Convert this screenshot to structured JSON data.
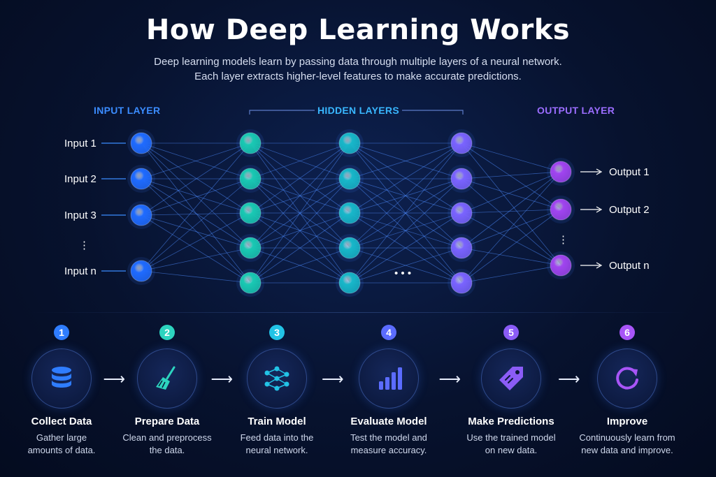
{
  "header": {
    "title": "How Deep Learning Works",
    "subtitle_line1": "Deep learning models learn by passing data through multiple layers of a neural network.",
    "subtitle_line2": "Each layer extracts higher-level features to make accurate predictions."
  },
  "layers": {
    "input_label": "INPUT LAYER",
    "hidden_label": "HIDDEN LAYERS",
    "output_label": "OUTPUT LAYER",
    "inputs": [
      "Input 1",
      "Input 2",
      "Input 3",
      "Input n"
    ],
    "outputs": [
      "Output 1",
      "Output 2",
      "Output n"
    ],
    "vertical_ellipsis": "⋮",
    "horizontal_ellipsis": "• • •"
  },
  "colors": {
    "input": "#1f6bff",
    "hidden": "#19c9b3",
    "hidden_alt": "#17b7c9",
    "hidden_last": "#7a63ff",
    "output": "#a144f0",
    "edge": "#4f8dff"
  },
  "steps": [
    {
      "number": "1",
      "title": "Collect Data",
      "desc1": "Gather large",
      "desc2": "amounts of data.",
      "icon": "database-icon",
      "color": "#2f7dff"
    },
    {
      "number": "2",
      "title": "Prepare Data",
      "desc1": "Clean and preprocess",
      "desc2": "the data.",
      "icon": "broom-icon",
      "color": "#2dd4bf"
    },
    {
      "number": "3",
      "title": "Train Model",
      "desc1": "Feed data into the",
      "desc2": "neural network.",
      "icon": "network-icon",
      "color": "#22c3e6"
    },
    {
      "number": "4",
      "title": "Evaluate Model",
      "desc1": "Test the model and",
      "desc2": "measure accuracy.",
      "icon": "bar-chart-icon",
      "color": "#5b6cff"
    },
    {
      "number": "5",
      "title": "Make Predictions",
      "desc1": "Use the trained model",
      "desc2": "on new data.",
      "icon": "tag-icon",
      "color": "#8b5cf6"
    },
    {
      "number": "6",
      "title": "Improve",
      "desc1": "Continuously learn from",
      "desc2": "new data and improve.",
      "icon": "refresh-icon",
      "color": "#a855f7"
    }
  ],
  "arrow_glyph": "⟶"
}
